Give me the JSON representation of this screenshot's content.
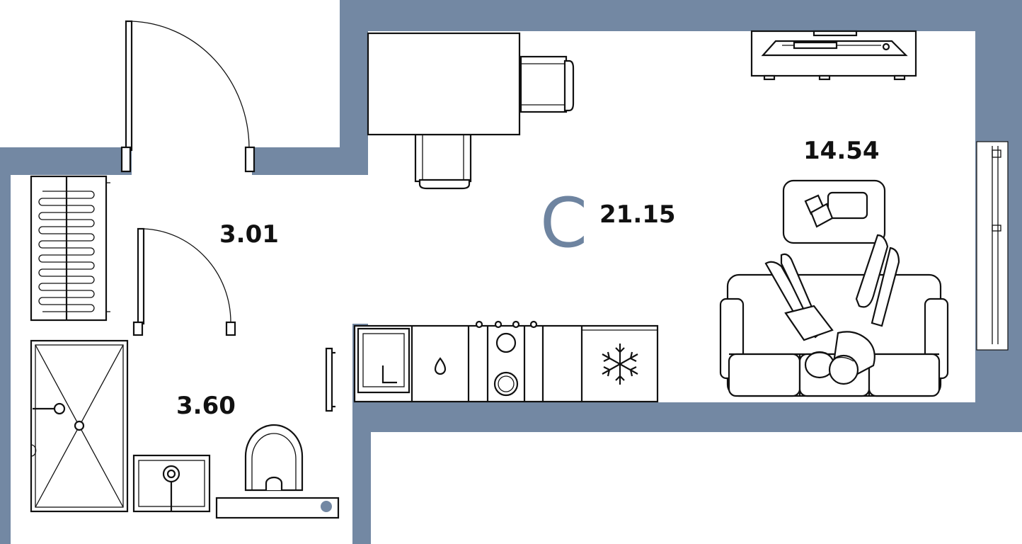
{
  "plan": {
    "type_marker": "C",
    "areas": {
      "total": "21.15",
      "living": "14.54",
      "hall": "3.01",
      "bathroom": "3.60"
    },
    "colors": {
      "wall": "#7388a3",
      "floor": "#ffffff",
      "line": "#111111",
      "marker": "#6e84a0"
    }
  }
}
